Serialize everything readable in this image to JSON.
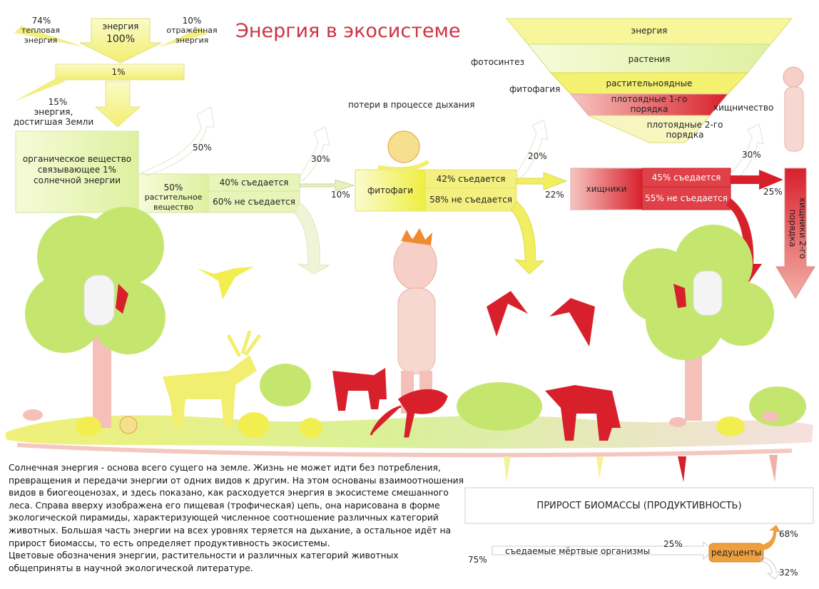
{
  "title": "Энергия в экосистеме",
  "sun": {
    "label": "энергия",
    "percent": "100%",
    "thermal": {
      "pct": "74%",
      "text": "тепловая энергия"
    },
    "reflected": {
      "pct": "10%",
      "text": "отражённая энергия"
    },
    "one_pct": "1%",
    "reached": {
      "pct": "15%",
      "text": "энергия, достигшая Земли"
    }
  },
  "chain": {
    "organic": "органическое вещество связывающее 1% солнечной энергии",
    "plant_pct": "50%",
    "plant_text": "растительное вещество",
    "loss50": "50%",
    "eaten40": "40% съедается",
    "noteaten60": "60% не съедается",
    "loss30": "30%",
    "to10": "10%",
    "respiration": "потери в процессе дыхания",
    "phyto": "фитофаги",
    "eaten42": "42% съедается",
    "noteaten58": "58% не съедается",
    "loss20": "20%",
    "to22": "22%",
    "pred": "хищники",
    "eaten45": "45% съедается",
    "noteaten55": "55% не съедается",
    "loss30b": "30%",
    "to25": "25%",
    "pred2": "хищники 2-го порядка"
  },
  "pyramid": {
    "energy": "энергия",
    "plants": "растения",
    "herbivores": "растительноядные",
    "carn1": "плотоядные 1-го порядка",
    "carn2": "плотоядные 2-го порядка",
    "photosynthesis": "фотосинтез",
    "phytophagy": "фитофагия",
    "predation": "хищничество"
  },
  "bottom": {
    "biomass": "ПРИРОСТ БИОМАССЫ (ПРОДУКТИВНОСТЬ)",
    "dead": "съедаемые мёртвые организмы",
    "p75": "75%",
    "p25": "25%",
    "reducers": "редуценты",
    "p68": "68%",
    "p32": "32%"
  },
  "description": [
    "Солнечная энергия - основа всего сущего на земле. Жизнь не может идти без потребления, превращения и передачи энергии от одних видов к другим. На этом основаны взаимоотношения видов в биогеоценозах, и здесь показано, как расходуется энергия в экосистеме смешанного леса. Справа вверху изображена его пищевая (трофическая) цепь, она нарисована в форме экологической пирамиды, характеризующей численное соотношение различных категорий животных. Большая часть энергии на всех уровнях теряется на дыхание, а остальное идёт на прирост биомассы, то есть определяет продуктивность экосистемы.",
    "Цветовые обозначения энергии, растительности и различных категорий животных общеприняты в научной экологической литературе."
  ],
  "colors": {
    "energy": "#f7f49a",
    "plant": "#dff2a0",
    "herb": "#f4f264",
    "pred": "#d8202c",
    "title": "#cc3344",
    "reducer": "#e89a30"
  }
}
